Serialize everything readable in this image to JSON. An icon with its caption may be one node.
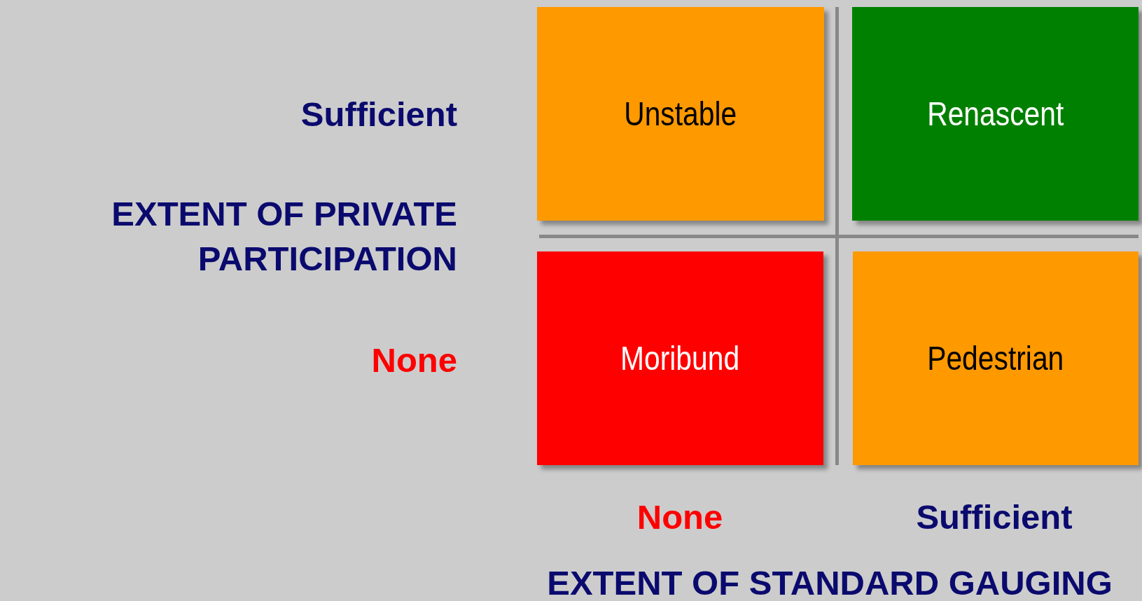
{
  "diagram": {
    "nodes": [
      {
        "text": [
          "Unstable"
        ]
      },
      {
        "text": [
          "Renascent"
        ]
      },
      {
        "text": [
          "Moribund"
        ]
      },
      {
        "text": [
          "Pedestrian"
        ]
      }
    ],
    "labels": [
      "Sufficient",
      "EXTENT OF PRIVATE PARTICIPATION",
      "None",
      "None",
      "Sufficient",
      "EXTENT OF STANDARD GAUGING"
    ]
  }
}
